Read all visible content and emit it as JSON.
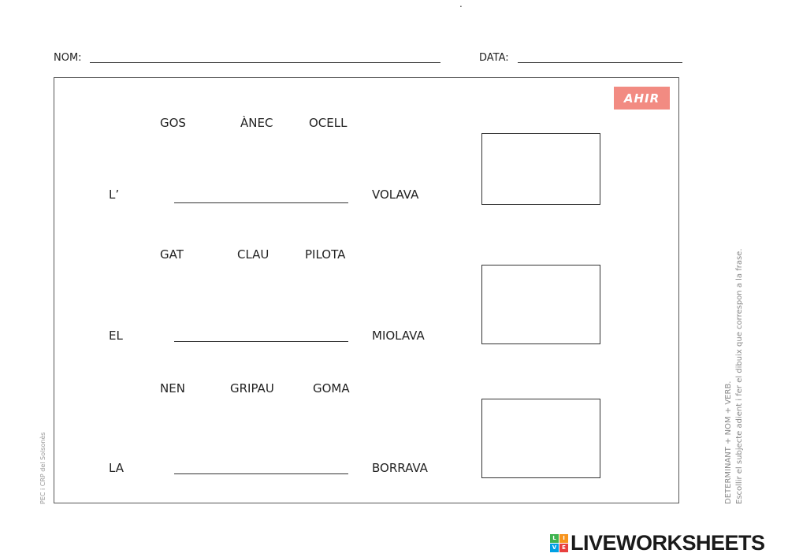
{
  "header": {
    "mark": ".",
    "name_label": "NOM:",
    "date_label": "DATA:"
  },
  "badge": {
    "label": "AHIR",
    "color": "#f28b82"
  },
  "exercises": [
    {
      "options": [
        "GOS",
        "ÀNEC",
        "OCELL"
      ],
      "determinant": "L’",
      "verb": "VOLAVA"
    },
    {
      "options": [
        "GAT",
        "CLAU",
        "PILOTA"
      ],
      "determinant": "EL",
      "verb": "MIOLAVA"
    },
    {
      "options": [
        "NEN",
        "GRIPAU",
        "GOMA"
      ],
      "determinant": "LA",
      "verb": "BORRAVA"
    }
  ],
  "side": {
    "instruction_line1": "DETERMINANT + NOM + VERB.",
    "instruction_line2": "Escollir el subjecte adient i fer el dibuix que correspon a la frase.",
    "credit": "PEC i CRP del Solsonès"
  },
  "logo": {
    "text": "LIVEWORKSHEETS",
    "tiles": [
      "L",
      "I",
      "V",
      "E"
    ],
    "tile_colors": [
      "#3fb34f",
      "#f7941d",
      "#00a0e3",
      "#e8403f"
    ]
  }
}
